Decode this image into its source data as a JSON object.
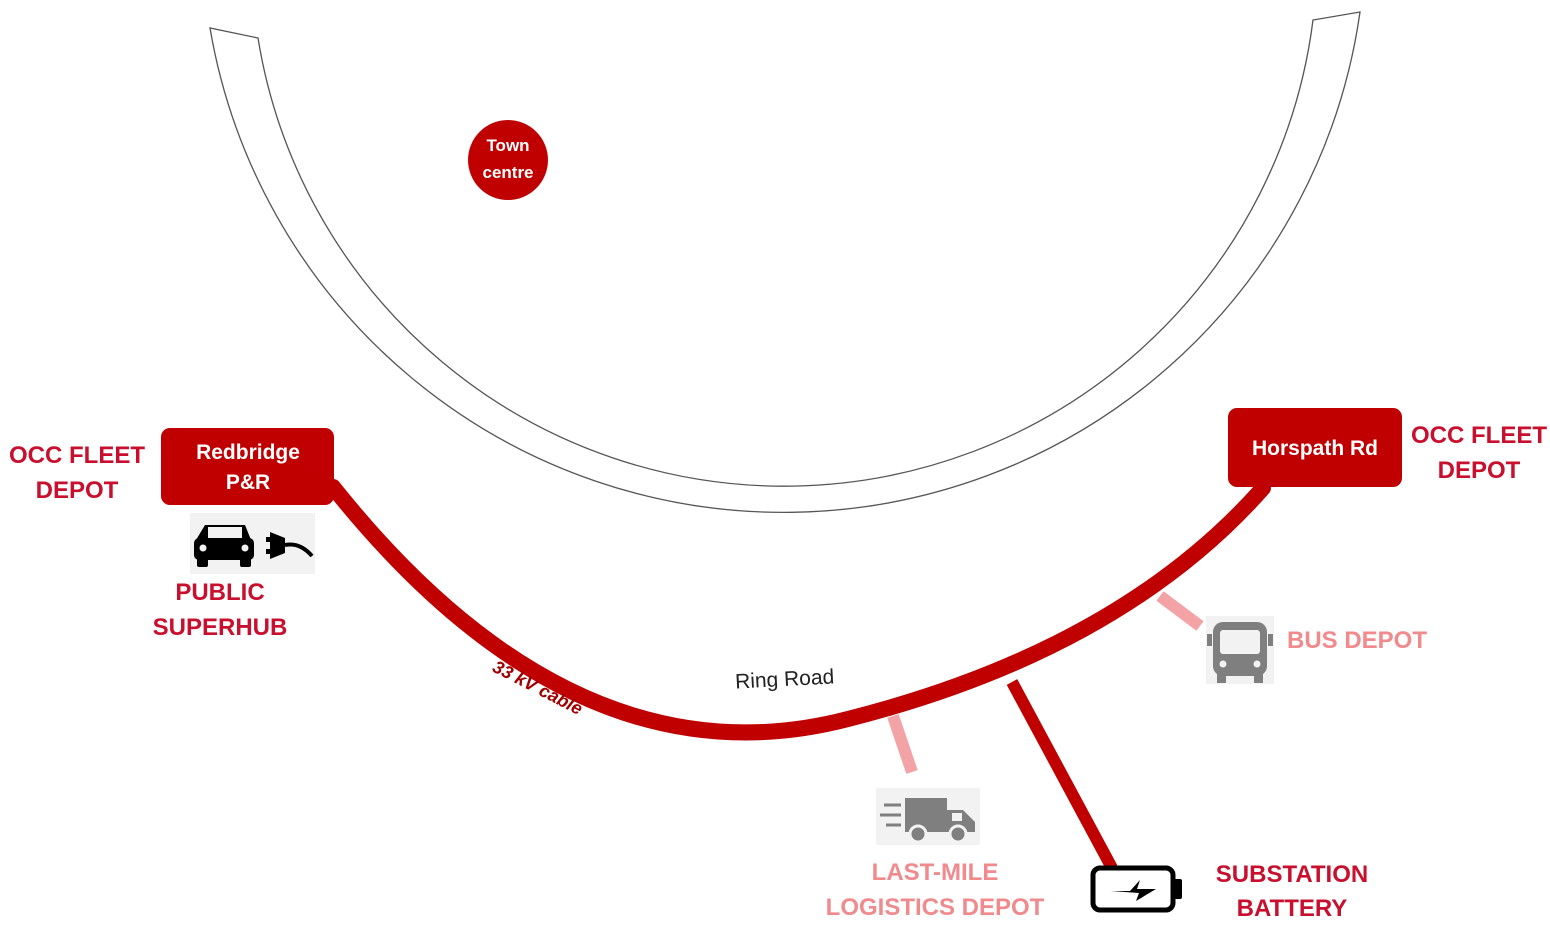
{
  "colors": {
    "primary": "#c8102e",
    "muted": "#f3a3a5",
    "muted_text": "#f08a8c",
    "road_stroke": "#555555",
    "icon_bg": "#f2f2f2",
    "icon_grey": "#7f7f7f"
  },
  "town_centre": {
    "line1": "Town",
    "line2": "centre"
  },
  "ring_road": {
    "label": "Ring Road"
  },
  "cable": {
    "label": "33 kV cable"
  },
  "redbridge": {
    "box_line1": "Redbridge",
    "box_line2": "P&R",
    "side_line1": "OCC FLEET",
    "side_line2": "DEPOT",
    "icon": "ev-charging-car-icon"
  },
  "horspath": {
    "box_label": "Horspath Rd",
    "side_line1": "OCC FLEET",
    "side_line2": "DEPOT"
  },
  "superhub": {
    "line1": "PUBLIC",
    "line2": "SUPERHUB"
  },
  "bus_depot": {
    "label": "BUS DEPOT",
    "icon": "bus-icon"
  },
  "logistics": {
    "line1": "LAST-MILE",
    "line2": "LOGISTICS DEPOT",
    "icon": "delivery-van-icon"
  },
  "substation": {
    "line1": "SUBSTATION",
    "line2": "BATTERY",
    "icon": "battery-icon"
  }
}
